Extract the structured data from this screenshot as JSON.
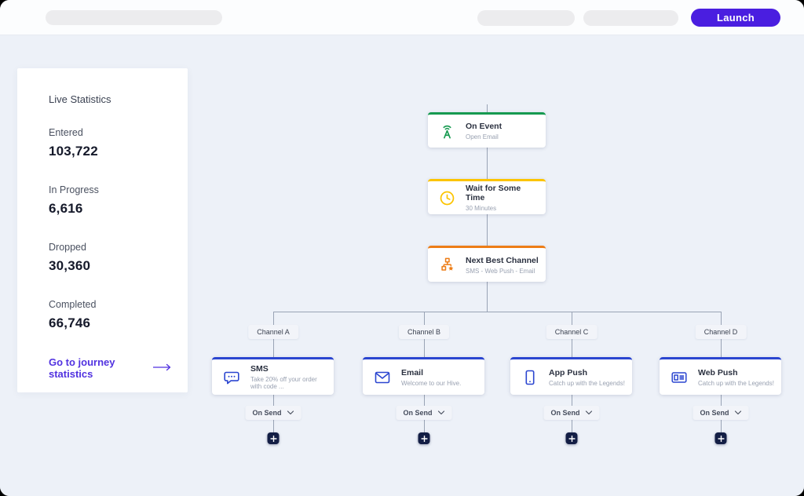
{
  "topbar": {
    "launch_button": "Launch"
  },
  "stats": {
    "title": "Live Statistics",
    "items": [
      {
        "label": "Entered",
        "value": "103,722"
      },
      {
        "label": "In Progress",
        "value": "6,616"
      },
      {
        "label": "Dropped",
        "value": "30,360"
      },
      {
        "label": "Completed",
        "value": "66,746"
      }
    ],
    "link_label": "Go to journey statistics"
  },
  "flow": {
    "nodes": [
      {
        "title": "On Event",
        "subtitle": "Open Email",
        "icon": "broadcast-icon",
        "accent": "#169a50"
      },
      {
        "title": "Wait for Some Time",
        "subtitle": "30 Minutes",
        "icon": "clock-icon",
        "accent": "#fcc400"
      },
      {
        "title": "Next Best Channel",
        "subtitle": "SMS - Web Push - Email",
        "icon": "hierarchy-star-icon",
        "accent": "#ed7d17"
      }
    ],
    "branches": [
      {
        "label": "Channel A",
        "title": "SMS",
        "subtitle": "Take 20% off your order with code ...",
        "icon": "sms-icon"
      },
      {
        "label": "Channel B",
        "title": "Email",
        "subtitle": "Welcome to our Hive.",
        "icon": "email-icon"
      },
      {
        "label": "Channel C",
        "title": "App Push",
        "subtitle": "Catch up with the Legends!",
        "icon": "app-push-icon"
      },
      {
        "label": "Channel D",
        "title": "Web Push",
        "subtitle": "Catch up with the Legends!",
        "icon": "web-push-icon"
      }
    ],
    "on_send_label": "On Send",
    "branch_accent": "#2b46d0"
  },
  "colors": {
    "launch_purple": "#4a1ee0",
    "link_purple": "#5132e0",
    "event_green": "#169a50",
    "wait_yellow": "#fcc400",
    "nbc_orange": "#ed7d17",
    "channel_blue": "#2b46d0",
    "plus_navy": "#131e45",
    "canvas_bg": "#edf1f8",
    "connector_gray": "#99a3b5"
  }
}
